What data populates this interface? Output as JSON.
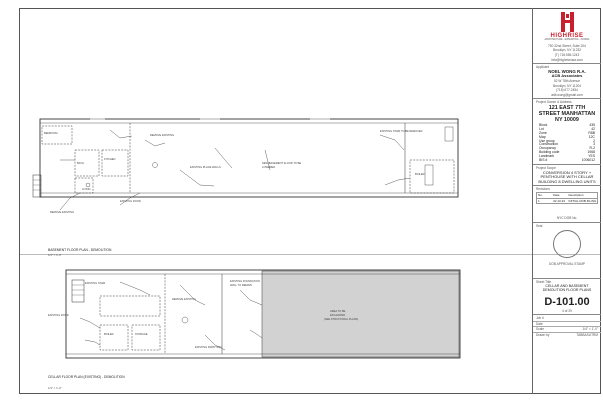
{
  "titleblock": {
    "company": "HIGHRISE",
    "company_tagline": "ARCHITECTURE · EXPEDITING · ZONING",
    "company_address": "750 32nd Street, Suite 204",
    "company_city": "Brooklyn, NY 11232",
    "company_phone": "(T) 718.555.1243",
    "company_email": "info@highriseusa.com",
    "applicant_label": "Applicant",
    "applicant_name": "NOEL WONG R.A.",
    "applicant_firm": "ACB Associates",
    "applicant_address": "52 W 78th Avenue",
    "applicant_city": "Brooklyn, NY 11204",
    "applicant_phone": "(718) 677-2454",
    "applicant_email": "adb.wong@gmail.com",
    "project_label": "Project Owner & Address",
    "project_address_1": "121 EAST 7TH",
    "project_address_2": "STREET MANHATTAN",
    "project_address_3": "NY 10009",
    "info_rows": [
      {
        "k": "Block",
        "v": "435"
      },
      {
        "k": "Lot",
        "v": "42"
      },
      {
        "k": "Zone",
        "v": "R8B"
      },
      {
        "k": "Map",
        "v": "12C"
      },
      {
        "k": "Use group",
        "v": "2"
      },
      {
        "k": "Construction",
        "v": "3"
      },
      {
        "k": "Occupancy",
        "v": "R-2"
      },
      {
        "k": "Building code",
        "v": "1968"
      },
      {
        "k": "Landmark",
        "v": "YES"
      },
      {
        "k": "BIS #",
        "v": "1006012"
      }
    ],
    "scope_label": "Project Scope",
    "scope_text": "CONVERSION 4 STORY + PENTHOUSE WITH CELLAR BUILDING 8 DWELLING UNITS",
    "revisions_label": "Revisions",
    "rev_headers": [
      "No.",
      "Date",
      "Description"
    ],
    "rev_rows": [
      {
        "no": "1",
        "date": "02.10.23",
        "desc": "INITIAL DOB FILING"
      }
    ],
    "seal_number": "NYC DOB No.",
    "seal_label": "Seal",
    "approval_label": "DOB APPROVAL STAMP",
    "sheet_title_label": "Sheet Title",
    "sheet_title": "CELLAR AND BASEMENT DEMOLITION FLOOR PLANS",
    "sheet_number": "D-101.00",
    "page_of": "4   of   29",
    "job_label": "Job #",
    "date_label": "Date",
    "scale_label": "Scale",
    "scale_value": "1/4\" = 1'-0\"",
    "drawn_label": "Drawn by",
    "drawn_value": "TABBASUTRM"
  },
  "plans": {
    "top_title": "BASEMENT FLOOR PLAN - DEMOLITION",
    "top_scale": "1/4\" = 1'-0\"",
    "bottom_title": "CELLAR FLOOR PLAN (EXISTING) - DEMOLITION",
    "bottom_scale": "1/4\" = 1'-0\"",
    "hatch_note": "AREA TO BE EXCAVATED (SEE STRUCTURAL PLANS)",
    "notes_top": [
      "REMOVE EXISTING PARTITIONS",
      "EXISTING STAIR TO BE REMOVED",
      "REMOVE EXISTING PLUMBING FIXTURES",
      "EXISTING PARTITION TO BE REMOVED",
      "NEW BASEMENT FLOOR TO BE LOWERED"
    ],
    "notes_bottom": [
      "EXISTING FOUNDATION WALL TO REMAIN",
      "EXISTING STAIR TO BE REMOVED",
      "REMOVE EXISTING BOILER",
      "EXISTING PARTITION TO BE REMOVED"
    ],
    "room_labels": [
      "BEDROOM",
      "KITCHEN",
      "LIVING",
      "BATH",
      "BOILER",
      "STORAGE"
    ]
  }
}
